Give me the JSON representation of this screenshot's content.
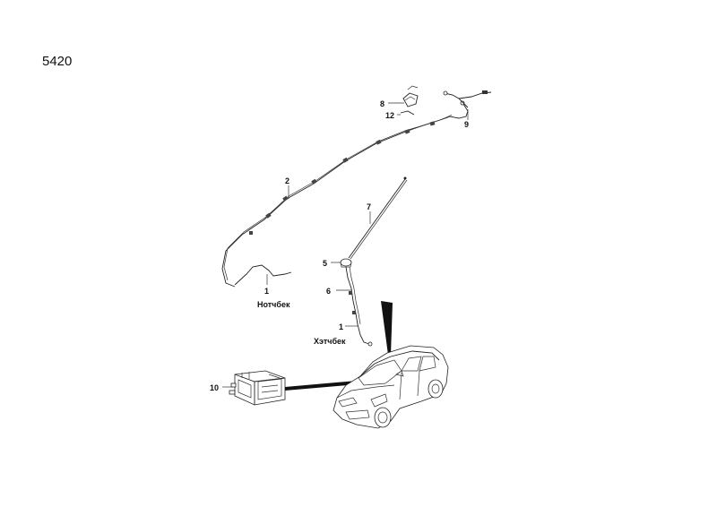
{
  "page_code": "5420",
  "callouts": {
    "c1a": "1",
    "c1b": "1",
    "c2": "2",
    "c5": "5",
    "c6": "6",
    "c7": "7",
    "c8": "8",
    "c9": "9",
    "c10": "10",
    "c12": "12"
  },
  "notes": {
    "notchback": "Нотчбек",
    "hatchback": "Хэтчбек"
  }
}
